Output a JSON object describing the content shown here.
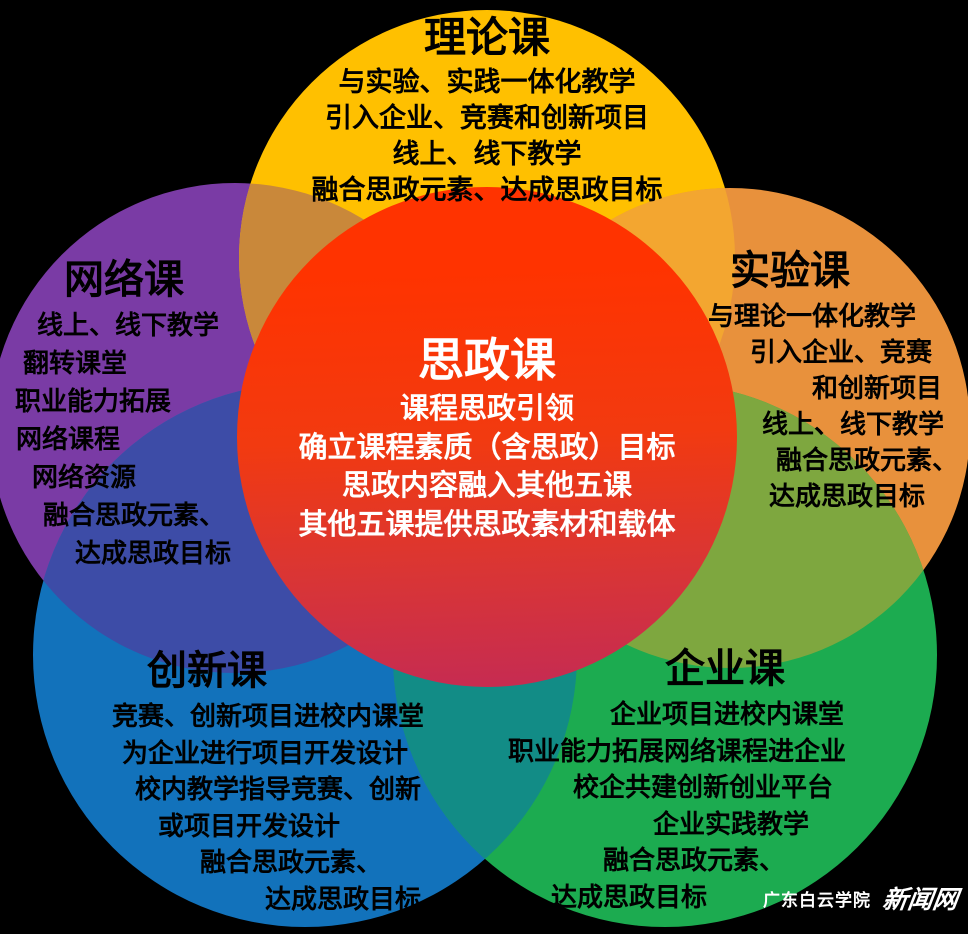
{
  "sections": {
    "center": {
      "title": "思政课",
      "lines": [
        "课程思政引领",
        "确立课程素质（含思政）目标",
        "思政内容融入其他五课",
        "其他五课提供思政素材和载体"
      ]
    },
    "theory": {
      "title": "理论课",
      "lines": [
        "与实验、实践一体化教学",
        "引入企业、竞赛和创新项目",
        "线上、线下教学",
        "融合思政元素、达成思政目标"
      ]
    },
    "experiment": {
      "title": "实验课",
      "lines": [
        "与理论一体化教学",
        "引入企业、竞赛",
        "和创新项目",
        "线上、线下教学",
        "融合思政元素、",
        "达成思政目标"
      ]
    },
    "network": {
      "title": "网络课",
      "lines": [
        "线上、线下教学",
        "翻转课堂",
        "职业能力拓展",
        "网络课程",
        "网络资源",
        "融合思政元素、",
        "达成思政目标"
      ]
    },
    "innovation": {
      "title": "创新课",
      "lines": [
        "竞赛、创新项目进校内课堂",
        "为企业进行项目开发设计",
        "校内教学指导竞赛、创新",
        "或项目开发设计",
        "融合思政元素、",
        "达成思政目标"
      ]
    },
    "enterprise": {
      "title": "企业课",
      "lines": [
        "企业项目进校内课堂",
        "职业能力拓展网络课程进企业",
        "校企共建创新创业平台",
        "企业实践教学",
        "融合思政元素、",
        "达成思政目标"
      ]
    }
  },
  "watermark": {
    "org": "广东白云学院",
    "site": "新闻网"
  },
  "colors": {
    "background": "#000000",
    "yellow": "#FFC000",
    "orange": "#E8913C",
    "purple": "#7A3BA5",
    "blue": "#1272BB",
    "green": "#1CAB50",
    "red_top": "#FF3300",
    "red_mid": "#F23A10",
    "red_bottom": "#C72C50",
    "lens_purple_yellow": "#C9883A",
    "lens_yellow_orange": "#F3A630",
    "lens_purple_blue": "#3D4CA7",
    "lens_blue_green": "#128C86",
    "lens_orange_green": "#7EA73F",
    "text_dark": "#000000",
    "text_light": "#FFFFFF"
  }
}
